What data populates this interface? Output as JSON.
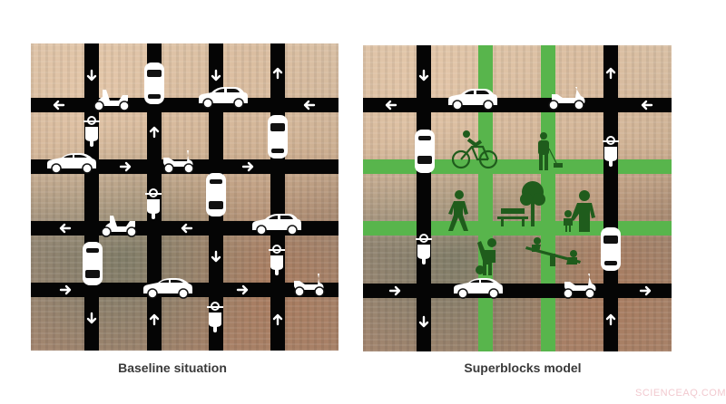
{
  "panels": {
    "baseline": {
      "caption": "Baseline situation",
      "road_color": "#050505",
      "arrows": {
        "v_down": "↓",
        "v_up": "↑",
        "h_left": "←",
        "h_right": "→"
      }
    },
    "superblocks": {
      "caption": "Superblocks model",
      "road_color": "#050505",
      "green_street_color": "#58b54c",
      "pictogram_color": "#1f5c1c"
    }
  },
  "icons": {
    "car": "car-icon",
    "scooter": "scooter-icon",
    "cyclist": "cyclist-icon",
    "pedestrian": "pedestrian-icon",
    "dog_walker": "dog-walker-icon",
    "tree": "tree-icon",
    "bench": "bench-icon",
    "family": "parent-child-icon",
    "children_playing": "child-playing-icon",
    "seesaw": "seesaw-icon"
  },
  "watermark": "SCIENCEAQ.COM"
}
